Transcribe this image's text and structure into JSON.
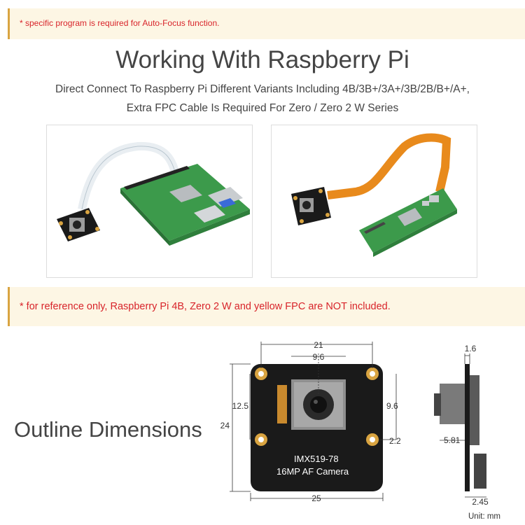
{
  "notices": {
    "top": "* specific program is required for Auto-Focus function.",
    "middle": "* for reference only, Raspberry Pi 4B, Zero 2 W and yellow FPC are NOT included."
  },
  "section": {
    "title": "Working With Raspberry Pi",
    "subtitle_line1": "Direct Connect To Raspberry Pi Different Variants Including 4B/3B+/3A+/3B/2B/B+/A+,",
    "subtitle_line2": "Extra FPC Cable Is Required For Zero / Zero 2 W Series"
  },
  "outline": {
    "title": "Outline Dimensions",
    "module_line1": "IMX519-78",
    "module_line2": "16MP  AF  Camera",
    "dim_width_top": "21",
    "dim_hole_top": "9.6",
    "dim_height_left": "24",
    "dim_hole_left": "12.5",
    "dim_hole_right": "9.6",
    "dim_hole_dia": "2.2",
    "dim_width_bottom": "25",
    "side_top": "1.6",
    "side_middle": "5.81",
    "side_bottom": "2.45",
    "unit": "Unit: mm"
  },
  "colors": {
    "notice_bg": "#fdf6e4",
    "notice_text": "#d8242a",
    "pcb_green": "#3c9a4b",
    "module_black": "#1a1a1a",
    "fpc_orange": "#e88a1c"
  }
}
